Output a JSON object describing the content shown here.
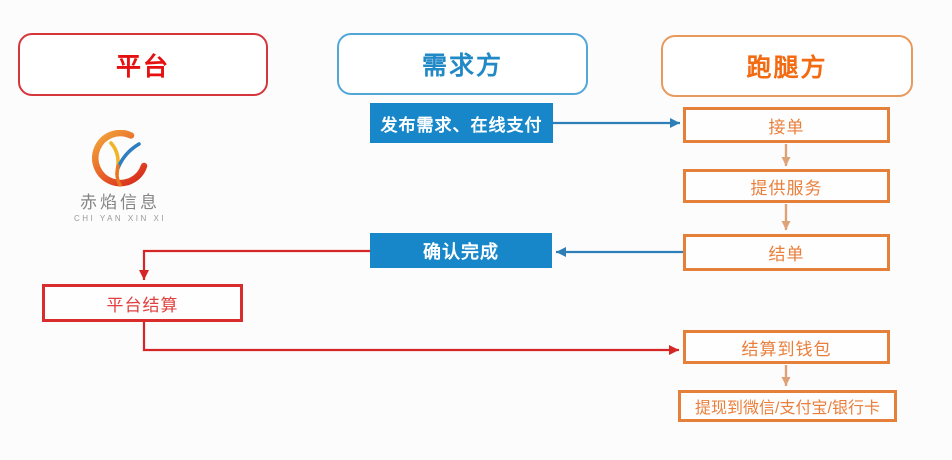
{
  "columns": [
    {
      "id": "platform",
      "label": "平台"
    },
    {
      "id": "demand",
      "label": "需求方"
    },
    {
      "id": "runner",
      "label": "跑腿方"
    }
  ],
  "nodes": {
    "publish": "发布需求、在线支付",
    "accept": "接单",
    "serve": "提供服务",
    "close": "结单",
    "confirm": "确认完成",
    "settle": "平台结算",
    "wallet": "结算到钱包",
    "withdraw": "提现到微信/支付宝/银行卡"
  },
  "edges": [
    {
      "from": "publish",
      "to": "accept",
      "color": "blue"
    },
    {
      "from": "accept",
      "to": "serve",
      "color": "orange"
    },
    {
      "from": "serve",
      "to": "close",
      "color": "orange"
    },
    {
      "from": "close",
      "to": "confirm",
      "color": "blue"
    },
    {
      "from": "confirm",
      "to": "settle",
      "color": "red"
    },
    {
      "from": "settle",
      "to": "wallet",
      "color": "red"
    },
    {
      "from": "wallet",
      "to": "withdraw",
      "color": "orange"
    }
  ],
  "colors": {
    "red_line": "#d42626",
    "blue_line": "#2e7fb8",
    "orange_arrow": "#dfa277",
    "blue_fill": "#1887c9",
    "orange_border": "#e5803a",
    "red_border": "#d92c2c"
  },
  "logo": {
    "name": "赤焰信息",
    "romanized": "CHI YAN XIN XI"
  }
}
